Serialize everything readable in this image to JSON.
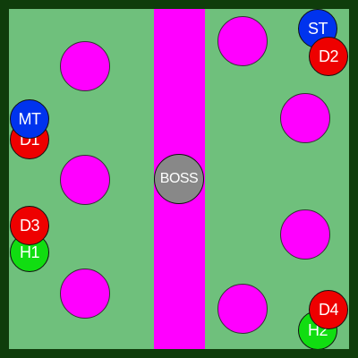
{
  "colors": {
    "border": "#0f3d0b",
    "floor": "#6fc07c",
    "hazard": "#ff00ff",
    "tank": "#0033ee",
    "dps": "#ee0000",
    "healer": "#11dd11",
    "boss": "#888888"
  },
  "boss": {
    "label": "BOSS"
  },
  "players": {
    "st": {
      "label": "ST",
      "role": "tank"
    },
    "d2": {
      "label": "D2",
      "role": "dps"
    },
    "mt": {
      "label": "MT",
      "role": "tank"
    },
    "d1": {
      "label": "D1",
      "role": "dps"
    },
    "d3": {
      "label": "D3",
      "role": "dps"
    },
    "h1": {
      "label": "H1",
      "role": "healer"
    },
    "d4": {
      "label": "D4",
      "role": "dps"
    },
    "h2": {
      "label": "H2",
      "role": "healer"
    }
  }
}
